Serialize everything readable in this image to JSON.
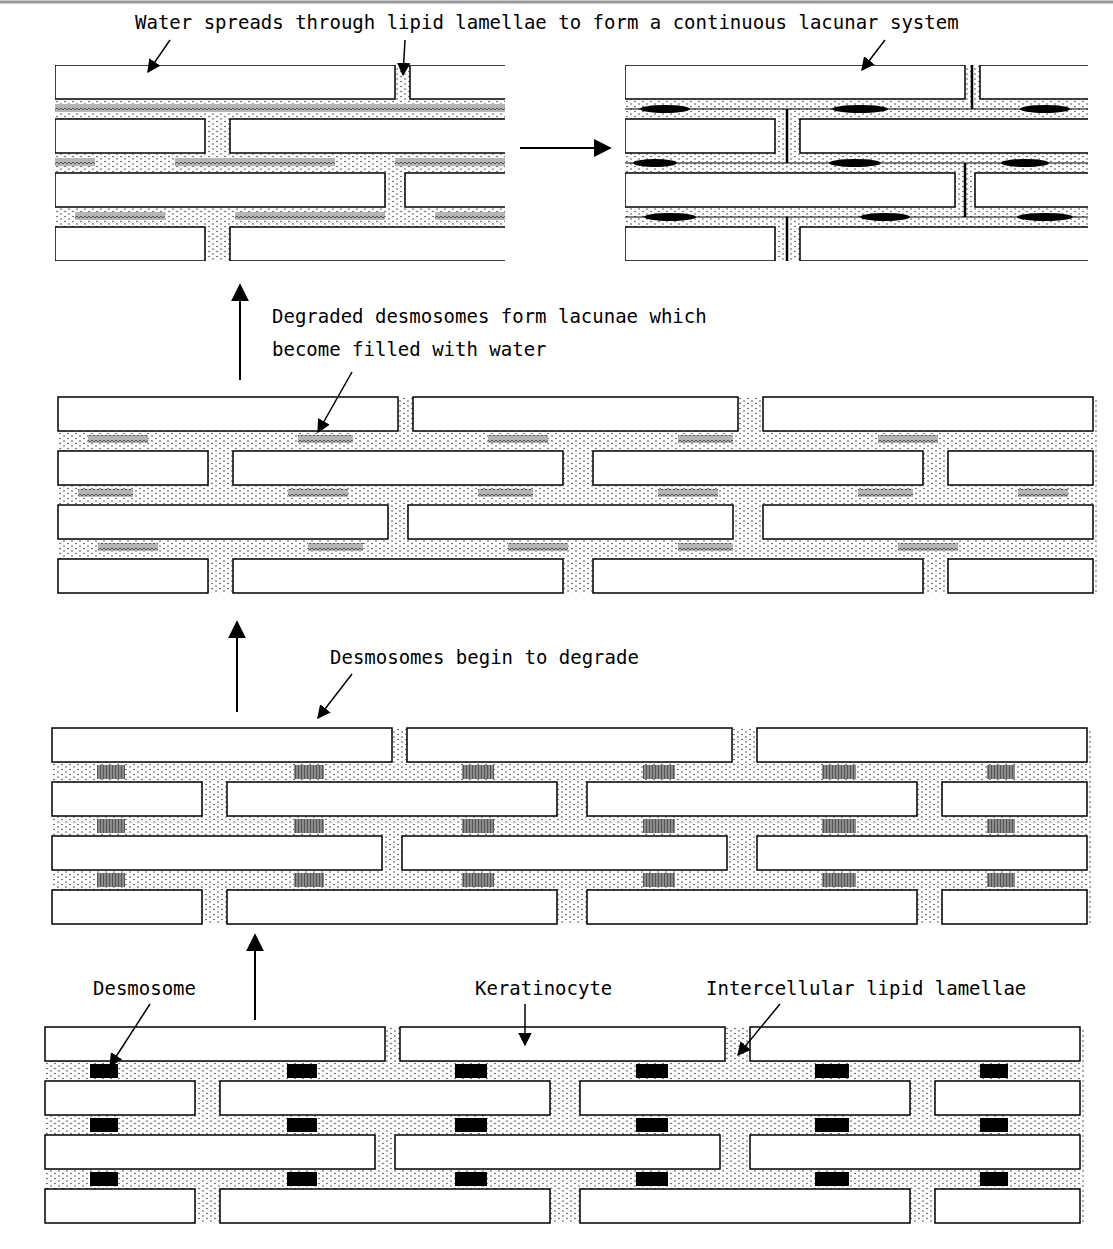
{
  "diagram": {
    "labels": [
      "Water spreads through lipid lamellae to form a continuous lacunar system",
      "Degraded desmosomes form lacunae which become filled with water",
      "Desmosomes begin to degrade",
      "Desmosome",
      "Keratinocyte",
      "Intercellular lipid lamellae"
    ]
  }
}
